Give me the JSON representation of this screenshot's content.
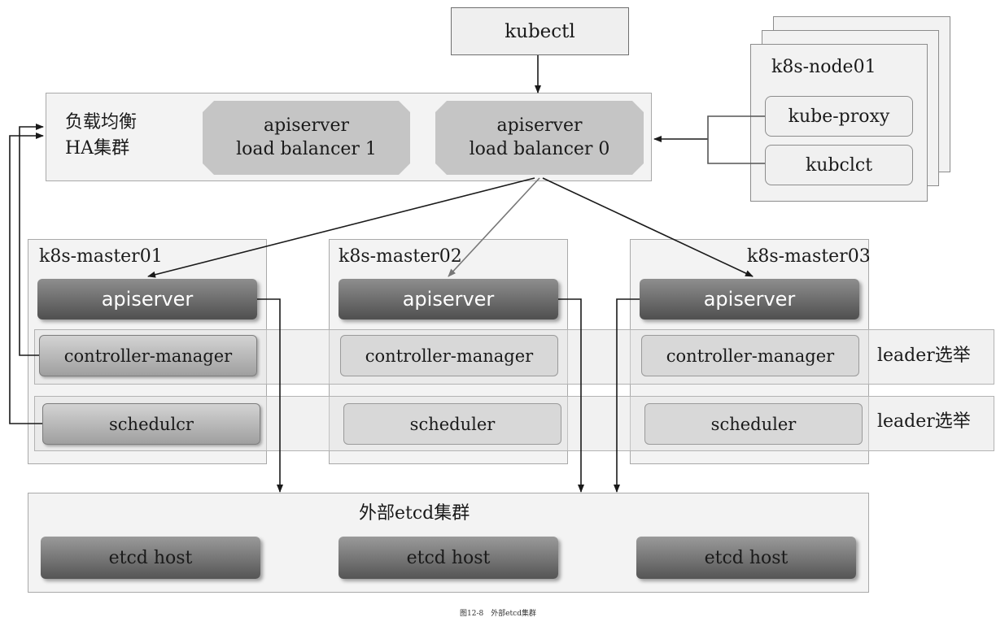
{
  "kubectl": "kubectl",
  "lb_cluster": {
    "title_line1": "负载均衡",
    "title_line2": "HA集群",
    "lb1_line1": "apiserver",
    "lb1_line2": "load balancer 1",
    "lb0_line1": "apiserver",
    "lb0_line2": "load balancer 0"
  },
  "node": {
    "title": "k8s-node01",
    "kube_proxy": "kube-proxy",
    "kubelet": "kubclct"
  },
  "masters": [
    {
      "title": "k8s-master01",
      "apiserver": "apiserver",
      "controller_manager": "controller-manager",
      "scheduler": "schedulcr"
    },
    {
      "title": "k8s-master02",
      "apiserver": "apiserver",
      "controller_manager": "controller-manager",
      "scheduler": "scheduler"
    },
    {
      "title": "k8s-master03",
      "apiserver": "apiserver",
      "controller_manager": "controller-manager",
      "scheduler": "scheduler"
    }
  ],
  "election_labels": [
    "leader选举",
    "leader选举"
  ],
  "etcd_cluster": {
    "title": "外部etcd集群",
    "hosts": [
      "etcd host",
      "etcd host",
      "etcd host"
    ]
  },
  "caption": "图12-8　外部etcd集群"
}
